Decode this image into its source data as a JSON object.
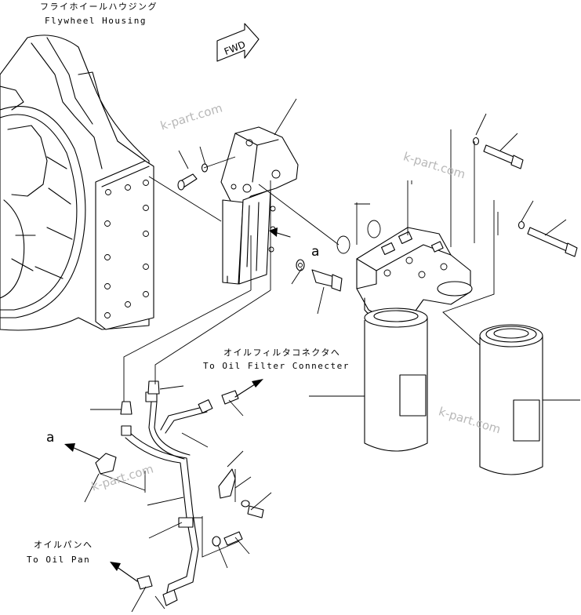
{
  "labels": {
    "flywheel_jp": "フライホイールハウジング",
    "flywheel_en": "Flywheel Housing",
    "fwd": "FWD",
    "filter_conn_jp": "オイルフィルタコネクタへ",
    "filter_conn_en": "To Oil Filter Connecter",
    "oilpan_jp": "オイルパンへ",
    "oilpan_en": "To Oil Pan",
    "callout_a_bracket": "a",
    "callout_a_pipe": "a"
  },
  "watermark": "k-part.com"
}
